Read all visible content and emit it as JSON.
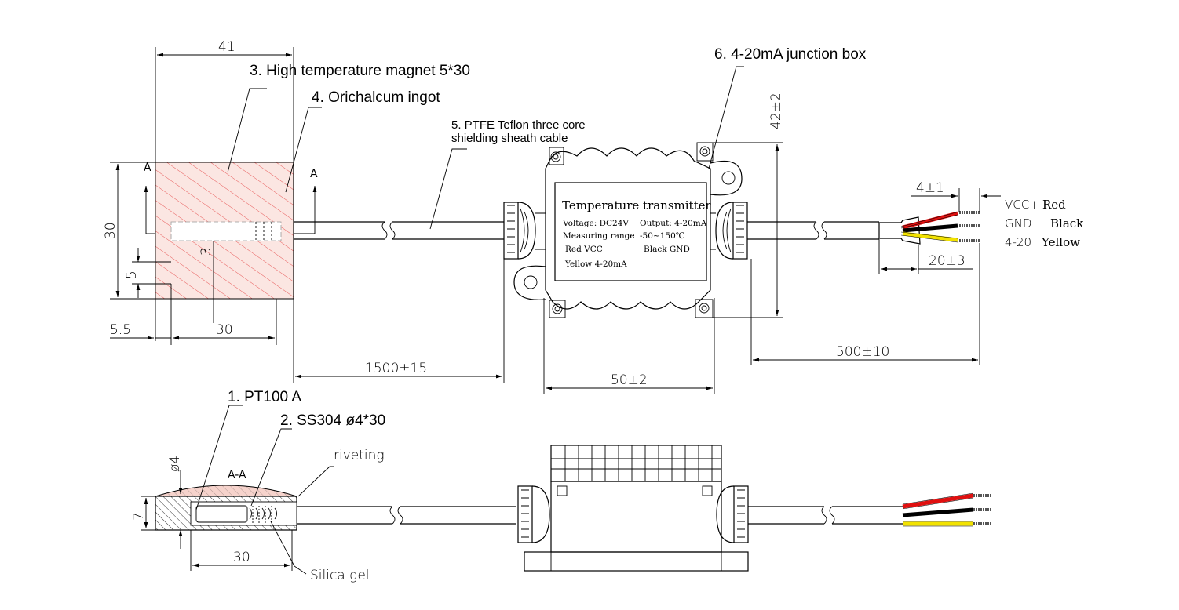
{
  "callouts": {
    "c1": "1. PT100 A",
    "c2": "2. SS304 ø4*30",
    "c3": "3. High temperature magnet 5*30",
    "c4": "4. Orichalcum ingot",
    "c5_line1": "5. PTFE Teflon three core",
    "c5_line2": "shielding sheath cable",
    "c6": "6. 4-20mA junction box",
    "riveting": "riveting",
    "silica": "Silica gel"
  },
  "dimensions": {
    "d41": "41",
    "d30h": "30",
    "d5_5": "5.5",
    "d30w": "30",
    "d5": "5",
    "d3": "3",
    "d1500": "1500±15",
    "d50": "50±2",
    "d42": "42±2",
    "d500": "500±10",
    "d4_1": "4±1",
    "d20_3": "20±3",
    "phi4": "ø4",
    "d7": "7",
    "d30b": "30"
  },
  "section": {
    "a_left": "A",
    "a_right": "A",
    "aa": "A-A"
  },
  "panel": {
    "title": "Temperature transmitter",
    "voltage": "Voltage: DC24V",
    "output": "Output: 4-20mA",
    "range_label": "Measuring range",
    "range_value": "-50~150℃",
    "red": "Red VCC",
    "black": "Black GND",
    "yellow": "Yellow 4-20mA"
  },
  "wires": {
    "vcc_code": "VCC+",
    "vcc_color": "Red",
    "gnd_code": "GND",
    "gnd_color": "Black",
    "sig_code": "4-20",
    "sig_color": "Yellow"
  },
  "colors": {
    "red_wire": "#e01010",
    "black_wire": "#000000",
    "yellow_wire": "#f2e200",
    "hatch": "#e64a4a",
    "magnet_fill": "#f6d3cc"
  }
}
